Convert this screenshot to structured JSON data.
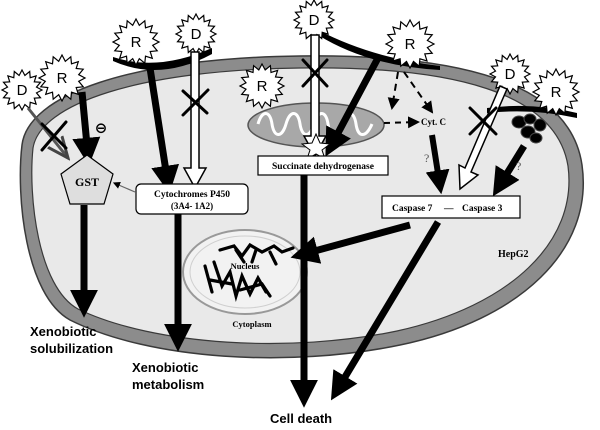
{
  "labels": {
    "gst": "GST",
    "cyp_line1": "Cytochromes P450",
    "cyp_line2": "(3A4- 1A2)",
    "sdh": "Succinate dehydrogenase",
    "cytc": "Cyt. C",
    "caspase7": "Caspase 7",
    "caspase_dash": "—",
    "caspase3": "Caspase 3",
    "nucleus": "Nucleus",
    "cytoplasm": "Cytoplasm",
    "hepg2": "HepG2",
    "question": "?",
    "inhibit": "⊖",
    "xeno_sol_1": "Xenobiotic",
    "xeno_sol_2": "solubilization",
    "xeno_met_1": "Xenobiotic",
    "xeno_met_2": "metabolism",
    "cell_death": "Cell death"
  },
  "drug_symbol": "D",
  "receptor_symbol": "R",
  "colors": {
    "membrane": "#8c8c8c",
    "membrane_edge": "#3a3a3a",
    "cell_fill": "#e9e9e9",
    "mito_fill": "#a8a8a8",
    "ink": "#000000"
  }
}
